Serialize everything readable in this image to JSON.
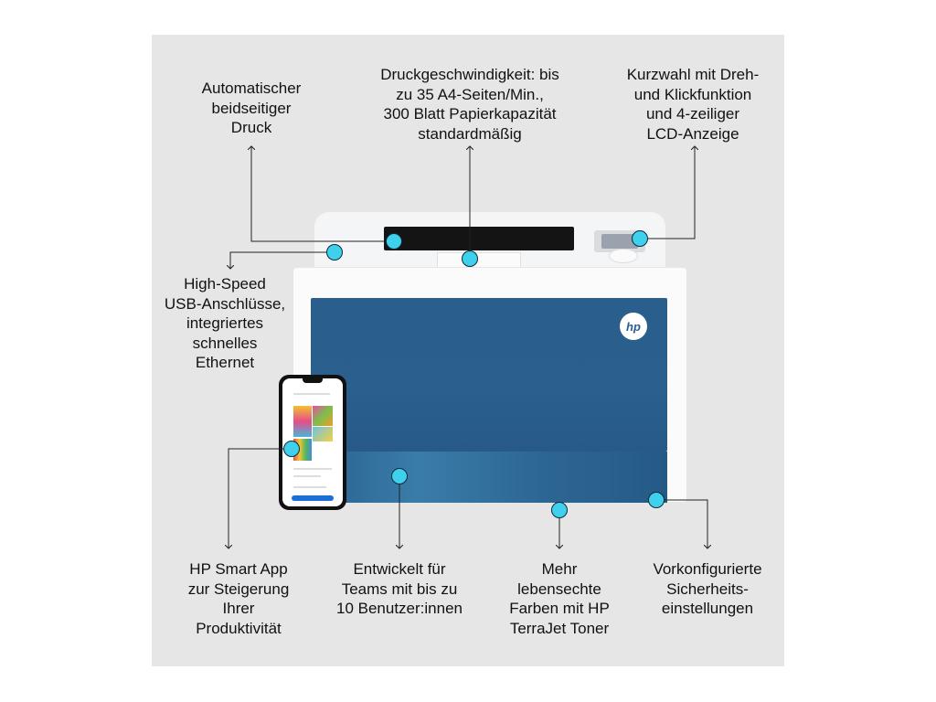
{
  "labels": {
    "duplex": "Automatischer\nbeidseitiger\nDruck",
    "speed": "Druckgeschwindigkeit: bis\nzu 35 A4-Seiten/Min.,\n300 Blatt Papierkapazität\nstandardmäßig",
    "dial": "Kurzwahl mit Dreh-\nund Klickfunktion\nund 4-zeiliger\nLCD-Anzeige",
    "usb": "High-Speed\nUSB-Anschlüsse,\nintegriertes\nschnelles\nEthernet",
    "app": "HP Smart App\nzur Steigerung\nIhrer\nProduktivität",
    "teams": "Entwickelt für\nTeams mit bis zu\n10 Benutzer:innen",
    "toner": "Mehr\nlebensechte\nFarben mit HP\nTerraJet Toner",
    "security": "Vorkonfigurierte\nSicherheits-\neinstellungen"
  },
  "printer": {
    "logo_text": "hp",
    "door_color": "#2a5e8c",
    "body_color": "#fbfbfb"
  },
  "colors": {
    "panel_bg": "#e6e6e6",
    "marker": "#3fd0ee",
    "line": "#222222"
  }
}
